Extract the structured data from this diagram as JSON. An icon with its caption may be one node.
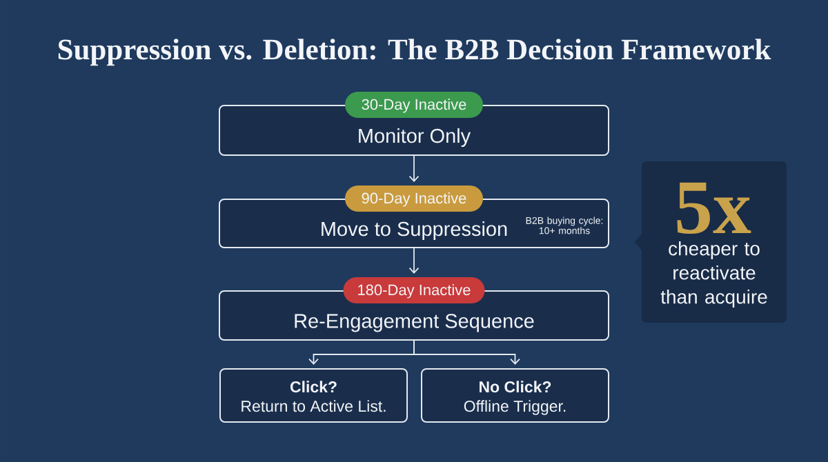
{
  "diagram": {
    "title": "Suppression vs. Deletion: The B2B Decision Framework",
    "nodes": [
      {
        "text": [
          "30-Day Inactive",
          "Monitor Only"
        ]
      },
      {
        "text": [
          "90-Day Inactive",
          "Move to Suppression",
          "B2B buying cycle: 10+ months"
        ]
      },
      {
        "text": [
          "180-Day Inactive",
          "Re-Engagement Sequence"
        ]
      },
      {
        "text": [
          "Click?",
          "Return to Active List."
        ]
      },
      {
        "text": [
          "No Click?",
          "Offline Trigger."
        ]
      },
      {
        "text": [
          "5x",
          "cheaper to reactivate than acquire"
        ]
      }
    ],
    "edges": [
      {
        "from": 0,
        "to": 1,
        "arrow": "to"
      },
      {
        "from": 1,
        "to": 2,
        "arrow": "to"
      },
      {
        "from": 2,
        "to": 3,
        "arrow": "to"
      },
      {
        "from": 2,
        "to": 4,
        "arrow": "to"
      }
    ]
  }
}
